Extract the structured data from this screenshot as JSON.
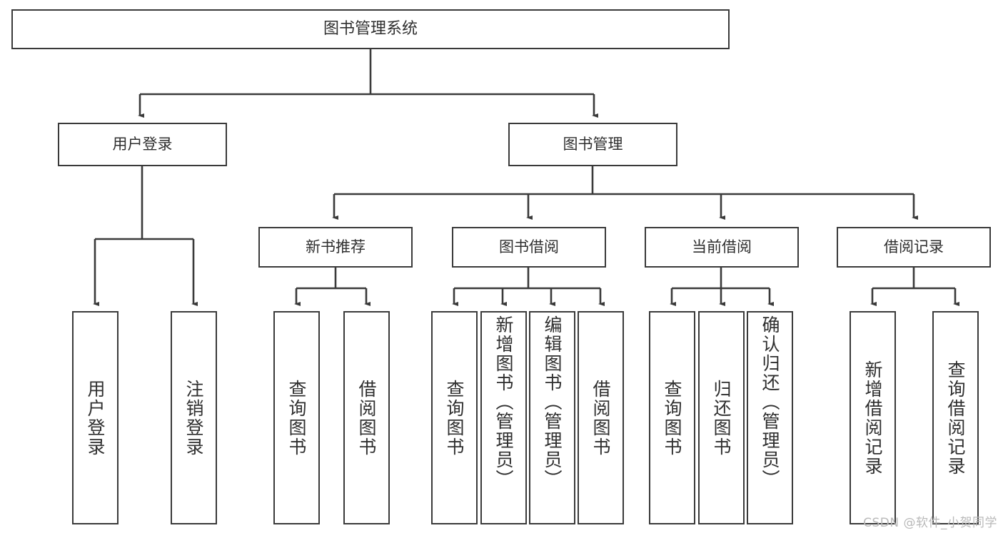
{
  "diagram": {
    "title": "图书管理系统",
    "type": "tree",
    "background": "#ffffff",
    "box_border_color": "#3a3a3a",
    "text_color": "#2f2f2f",
    "connector_color": "#3a3a3a"
  },
  "root": {
    "label": "图书管理系统"
  },
  "level2": [
    {
      "id": "user-login",
      "label": "用户登录"
    },
    {
      "id": "book-manage",
      "label": "图书管理"
    }
  ],
  "level3": [
    {
      "id": "new-book-recommend",
      "label": "新书推荐"
    },
    {
      "id": "book-borrow",
      "label": "图书借阅"
    },
    {
      "id": "current-borrow",
      "label": "当前借阅"
    },
    {
      "id": "borrow-record",
      "label": "借阅记录"
    }
  ],
  "leaves": {
    "user_login": [
      {
        "id": "leaf-user-login",
        "label": "用户登录"
      },
      {
        "id": "leaf-logout-login",
        "label": "注销登录"
      }
    ],
    "new_book_recommend": [
      {
        "id": "leaf-query-book-1",
        "label": "查询图书"
      },
      {
        "id": "leaf-borrow-book-1",
        "label": "借阅图书"
      }
    ],
    "book_borrow": [
      {
        "id": "leaf-query-book-2",
        "label": "查询图书"
      },
      {
        "id": "leaf-add-book",
        "label": "新增图书（管理员）"
      },
      {
        "id": "leaf-edit-book",
        "label": "编辑图书（管理员）"
      },
      {
        "id": "leaf-borrow-book-2",
        "label": "借阅图书"
      }
    ],
    "current_borrow": [
      {
        "id": "leaf-query-book-3",
        "label": "查询图书"
      },
      {
        "id": "leaf-return-book",
        "label": "归还图书"
      },
      {
        "id": "leaf-confirm-return",
        "label": "确认归还（管理员）"
      }
    ],
    "borrow_record": [
      {
        "id": "leaf-add-record",
        "label": "新增借阅记录"
      },
      {
        "id": "leaf-query-record",
        "label": "查询借阅记录"
      }
    ]
  },
  "watermark": {
    "text": "CSDN @软件_小贺同学"
  }
}
